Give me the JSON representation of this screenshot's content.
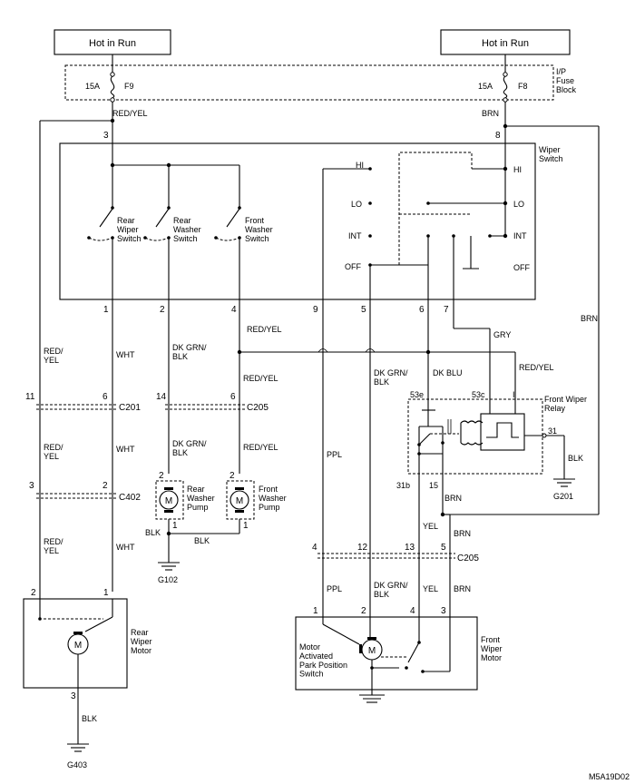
{
  "power": {
    "left_source": "Hot in Run",
    "right_source": "Hot in Run",
    "left_fuse_amp": "15A",
    "left_fuse_id": "F9",
    "right_fuse_amp": "15A",
    "right_fuse_id": "F8",
    "fuse_block": "I/P\nFuse\nBlock"
  },
  "wires": {
    "red_yel": "RED/YEL",
    "red_yel_split": "RED/\nYEL",
    "brn": "BRN",
    "wht": "WHT",
    "dk_grn_blk": "DK GRN/\nBLK",
    "dk_grn_blk_inline": "DK GRN/\nBLK",
    "dk_blu": "DK BLU",
    "gry": "GRY",
    "ppl": "PPL",
    "yel": "YEL",
    "blk": "BLK"
  },
  "wiper_switch": {
    "title": "Wiper\nSwitch",
    "rear_wiper": "Rear\nWiper\nSwitch",
    "rear_washer": "Rear\nWasher\nSwitch",
    "front_washer": "Front\nWasher\nSwitch",
    "hi": "HI",
    "lo": "LO",
    "int": "INT",
    "off": "OFF",
    "pins": [
      "3",
      "8",
      "1",
      "2",
      "4",
      "9",
      "5",
      "6",
      "7"
    ]
  },
  "connectors": {
    "c201": "C201",
    "c205": "C205",
    "c402": "C402",
    "c205_lower": "C205",
    "c201_pins": [
      "11",
      "6"
    ],
    "c205_pins": [
      "14",
      "6"
    ],
    "c402_pins": [
      "3",
      "2"
    ],
    "c205_lower_pins": [
      "4",
      "12",
      "13",
      "5"
    ]
  },
  "relay": {
    "title": "Front Wiper\nRelay",
    "t53e": "53e",
    "t53c": "53c",
    "ti": "I",
    "t31": "31",
    "t31b": "31b",
    "t15": "15"
  },
  "pumps": {
    "rear": "Rear\nWasher\nPump",
    "front": "Front\nWasher\nPump",
    "motor_symbol": "M",
    "pins": [
      "2",
      "2",
      "1",
      "1"
    ]
  },
  "rear_motor": {
    "title": "Rear\nWiper\nMotor",
    "symbol": "M",
    "pins": [
      "2",
      "1",
      "3"
    ]
  },
  "front_motor": {
    "title": "Front\nWiper\nMotor",
    "switch_label": "Motor\nActivated\nPark Position\nSwitch",
    "symbol": "M",
    "pins": [
      "1",
      "2",
      "4",
      "3"
    ]
  },
  "grounds": {
    "g102": "G102",
    "g201": "G201",
    "g403": "G403"
  },
  "figure_code": "M5A19D02"
}
